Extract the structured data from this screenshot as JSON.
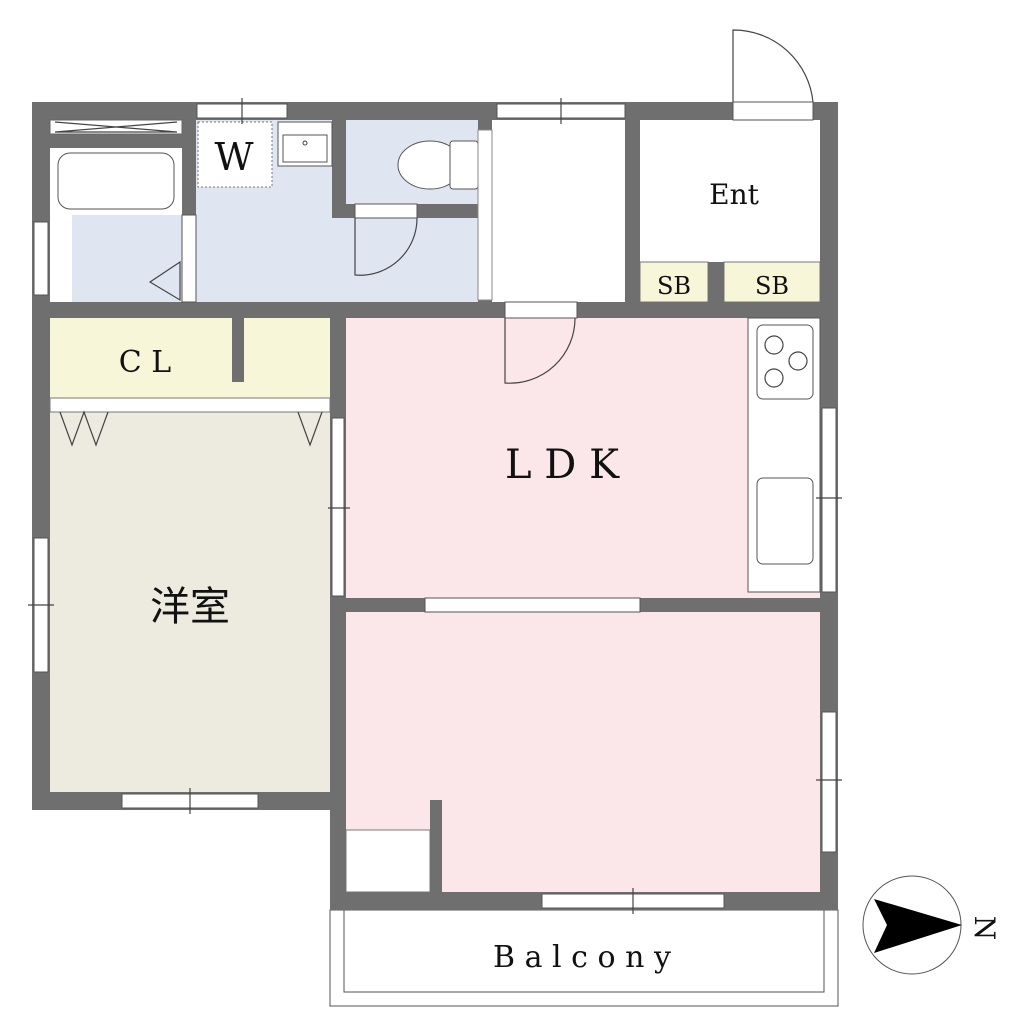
{
  "floorplan": {
    "rooms": {
      "washroom": "W",
      "entrance": "Ent",
      "shoe_box_1": "SB",
      "shoe_box_2": "SB",
      "closet": "C L",
      "ldk": "L D K",
      "western_room": "洋室",
      "balcony": "B a l c o n y"
    },
    "compass": {
      "direction_label": "N"
    },
    "colors": {
      "wall": "#6f6f6f",
      "wet_area": "#dfe6f2",
      "ldk": "#fbe6e9",
      "western_room": "#edeadf",
      "storage": "#f8f6d8"
    }
  }
}
